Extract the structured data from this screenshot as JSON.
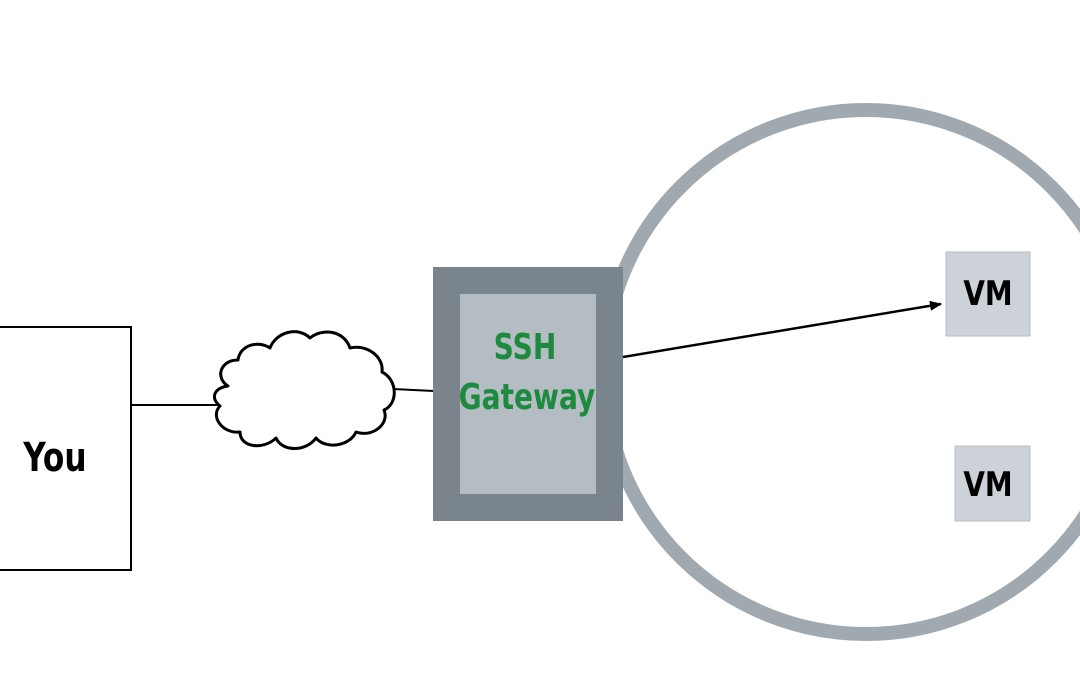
{
  "diagram": {
    "user": {
      "label": "You"
    },
    "gateway": {
      "line1": "SSH",
      "line2": "Gateway"
    },
    "vms": [
      {
        "label": "VM"
      },
      {
        "label": "VM"
      }
    ]
  },
  "colors": {
    "network_ring": "#a1a9b0",
    "gateway_border": "#79848c",
    "gateway_fill": "#b4bcc4",
    "gateway_text": "#1e8a3e",
    "vm_fill": "#ccd2d8",
    "line": "#000000"
  },
  "icons": [
    "cloud-icon",
    "arrow-head-icon"
  ]
}
